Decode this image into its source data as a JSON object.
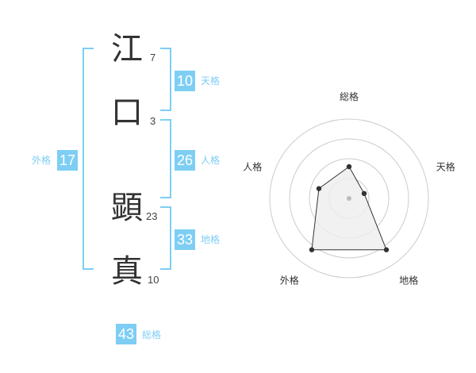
{
  "name_chars": [
    {
      "char": "江",
      "strokes": "7"
    },
    {
      "char": "口",
      "strokes": "3"
    },
    {
      "char": "顕",
      "strokes": "23"
    },
    {
      "char": "真",
      "strokes": "10"
    }
  ],
  "kaku": {
    "tenkaku": {
      "value": "10",
      "label": "天格"
    },
    "jinkaku": {
      "value": "26",
      "label": "人格"
    },
    "chikaku": {
      "value": "33",
      "label": "地格"
    },
    "gaikaku": {
      "value": "17",
      "label": "外格"
    },
    "soukaku": {
      "value": "43",
      "label": "総格"
    }
  },
  "colors": {
    "accent": "#7ecef4",
    "text": "#333333",
    "ring": "#cccccc",
    "fill": "#eeeeee"
  },
  "chart_data": {
    "type": "radar",
    "axes": [
      "総格",
      "天格",
      "地格",
      "外格",
      "人格"
    ],
    "values": [
      2,
      1,
      4,
      4,
      2
    ],
    "rmax": 5,
    "rings": 4
  }
}
